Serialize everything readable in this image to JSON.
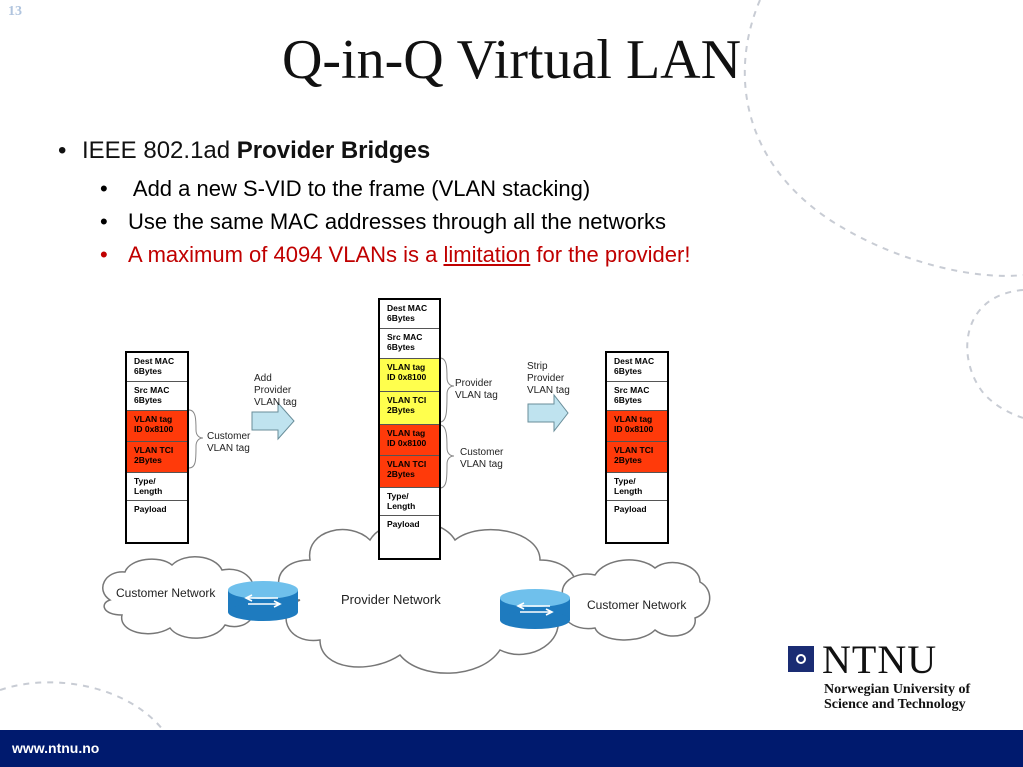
{
  "slide_number": "13",
  "title": "Q-in-Q Virtual LAN",
  "bullet_main": {
    "prefix": "IEEE 802.1ad ",
    "bold": "Provider Bridges"
  },
  "bullets_sub": [
    {
      "text": " Add a new S-VID to the frame (VLAN stacking)"
    },
    {
      "text": "Use the same MAC addresses through all the networks"
    },
    {
      "before": "A maximum of 4094 VLANs is a ",
      "underline": "limitation",
      "after": " for the provider!"
    }
  ],
  "bullet_symbol": "•",
  "frames": {
    "left": [
      "Dest MAC 6Bytes",
      "Src MAC 6Bytes",
      "VLAN tag ID 0x8100",
      "VLAN TCI 2Bytes",
      "Type/ Length",
      "Payload"
    ],
    "middle": [
      "Dest MAC 6Bytes",
      "Src MAC 6Bytes",
      "VLAN tag ID 0x8100",
      "VLAN TCI 2Bytes",
      "VLAN tag ID 0x8100",
      "VLAN TCI 2Bytes",
      "Type/ Length",
      "Payload"
    ],
    "right": [
      "Dest MAC 6Bytes",
      "Src MAC 6Bytes",
      "VLAN tag ID 0x8100",
      "VLAN TCI 2Bytes",
      "Type/ Length",
      "Payload"
    ]
  },
  "labels": {
    "add_provider": "Add Provider VLAN tag",
    "customer_vlan_left": "Customer VLAN tag",
    "provider_vlan_tag": "Provider VLAN tag",
    "customer_vlan_mid": "Customer VLAN tag",
    "strip_provider": "Strip Provider VLAN tag"
  },
  "clouds": {
    "left": "Customer Network",
    "center": "Provider Network",
    "right": "Customer Network"
  },
  "logo": {
    "word": "NTNU",
    "subtitle_line1": "Norwegian University of",
    "subtitle_line2": "Science and Technology"
  },
  "footer_url": "www.ntnu.no",
  "colors": {
    "red_text": "#c00000",
    "footer": "#001a6e",
    "tag_red": "#ff3a0a",
    "tag_yellow": "#ffff4d"
  }
}
